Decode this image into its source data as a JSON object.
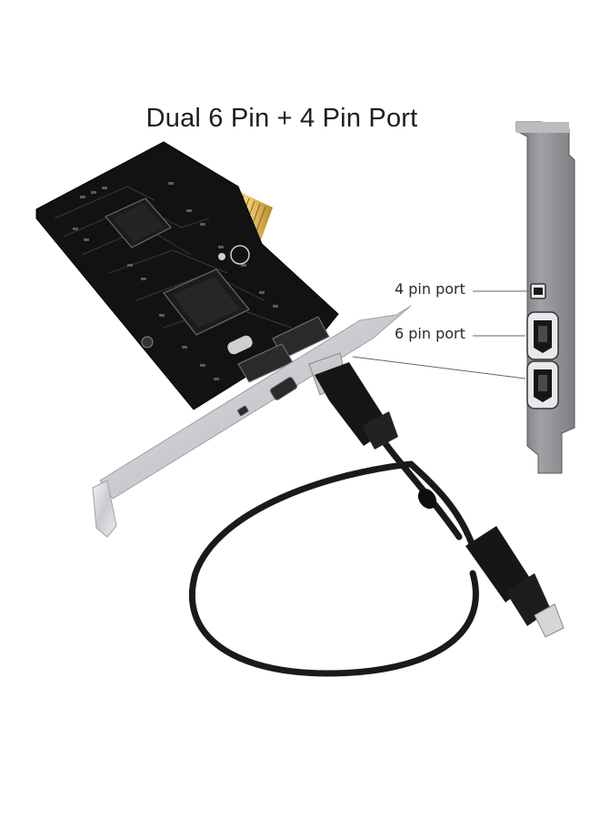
{
  "title": "Dual 6 Pin + 4 Pin Port",
  "callouts": {
    "four_pin": "4 pin port",
    "six_pin": "6 pin port"
  },
  "colors": {
    "pcb": "#121212",
    "bracket_silver": "#d9dade",
    "bracket_gray": "#8e8c90",
    "cable": "#1a1a1a"
  }
}
